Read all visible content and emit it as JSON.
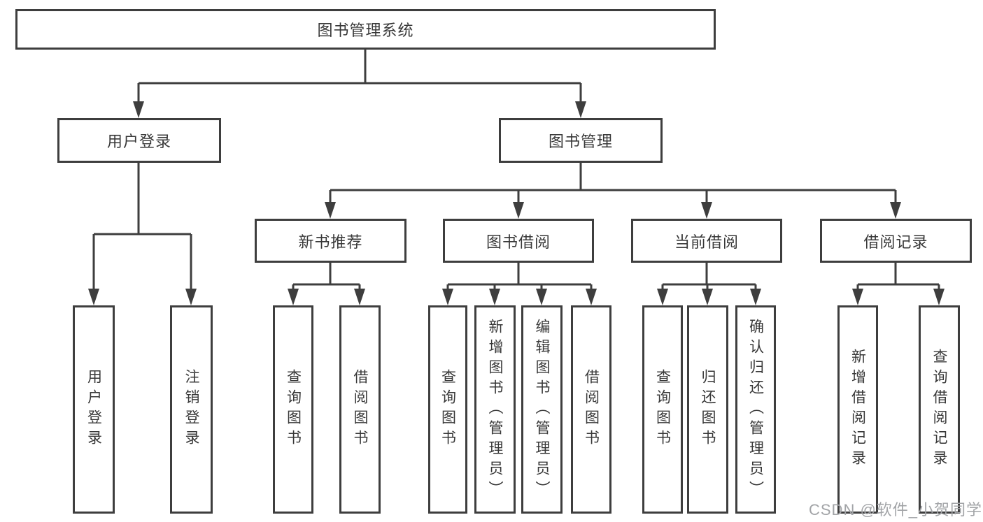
{
  "diagram": {
    "root": {
      "label": "图书管理系统"
    },
    "branches": [
      {
        "label": "用户登录",
        "children": [
          {
            "label": "用户登录"
          },
          {
            "label": "注销登录"
          }
        ]
      },
      {
        "label": "图书管理",
        "children": [
          {
            "label": "新书推荐",
            "children": [
              {
                "label": "查询图书"
              },
              {
                "label": "借阅图书"
              }
            ]
          },
          {
            "label": "图书借阅",
            "children": [
              {
                "label": "查询图书"
              },
              {
                "label": "新增图书（管理员）"
              },
              {
                "label": "编辑图书（管理员）"
              },
              {
                "label": "借阅图书"
              }
            ]
          },
          {
            "label": "当前借阅",
            "children": [
              {
                "label": "查询图书"
              },
              {
                "label": "归还图书"
              },
              {
                "label": "确认归还（管理员）"
              }
            ]
          },
          {
            "label": "借阅记录",
            "children": [
              {
                "label": "新增借阅记录"
              },
              {
                "label": "查询借阅记录"
              }
            ]
          }
        ]
      }
    ]
  },
  "watermark": {
    "text": "CSDN @软件_小贺同学"
  },
  "colors": {
    "line": "#3e3e3e",
    "text": "#383838",
    "watermark": "#a2a4a7",
    "background": "#ffffff"
  }
}
